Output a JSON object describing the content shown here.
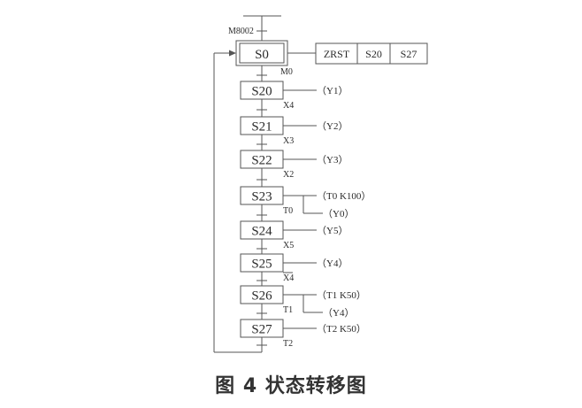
{
  "caption": "图 4  状态转移图",
  "initial_condition": "M8002",
  "initial_step": {
    "label": "S0",
    "instructions": [
      "ZRST",
      "S20",
      "S27"
    ]
  },
  "steps": [
    {
      "label": "S20",
      "actions": [
        "（Y1）"
      ],
      "transition": "M0"
    },
    {
      "label": "S21",
      "actions": [
        "（Y2）"
      ],
      "transition": "X4"
    },
    {
      "label": "S22",
      "actions": [
        "（Y3）"
      ],
      "transition": "X3"
    },
    {
      "label": "S23",
      "actions": [
        "（T0 K100）",
        "（Y0）"
      ],
      "transition": "X2"
    },
    {
      "label": "S24",
      "actions": [
        "（Y5）"
      ],
      "transition": "T0"
    },
    {
      "label": "S25",
      "actions": [
        "（Y4）"
      ],
      "transition": "X5"
    },
    {
      "label": "S26",
      "actions": [
        "（T1 K50）",
        "（Y4）"
      ],
      "transition": "X4"
    },
    {
      "label": "S27",
      "actions": [
        "（T2 K50）"
      ],
      "transition": "T1"
    }
  ],
  "final_transition": "T2",
  "negated_transitions": [
    "X4"
  ]
}
